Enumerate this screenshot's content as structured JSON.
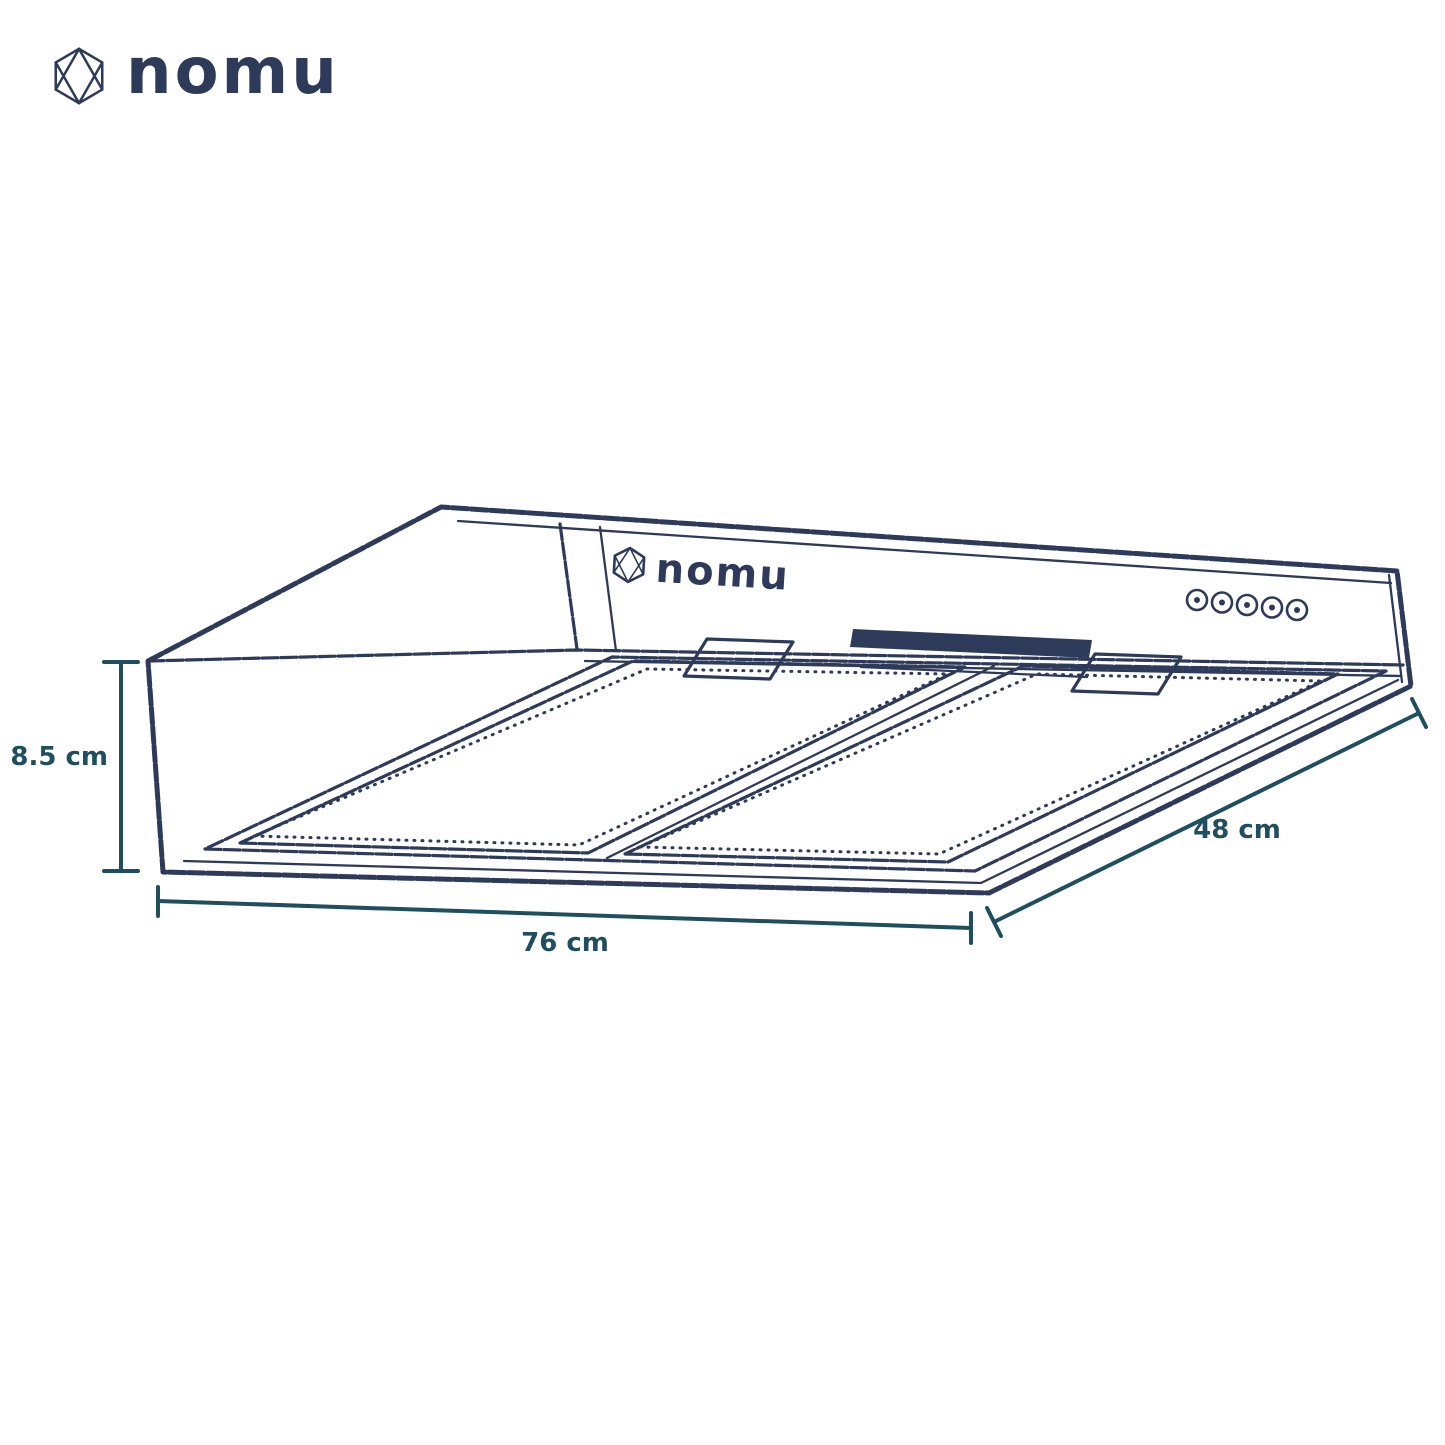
{
  "colors": {
    "ink": "#2e3a59",
    "dim": "#1f4e5e",
    "background": "#ffffff"
  },
  "brand": {
    "wordmark": "nomu",
    "icon": "hexagon-gem-icon"
  },
  "illustration": {
    "subject": "under-cabinet range hood line drawing",
    "product_label": "nomu",
    "product_icon": "hexagon-gem-icon",
    "control_buttons": 5,
    "filter_panels": 2
  },
  "dimensions": {
    "height_label": "8.5 cm",
    "width_label": "76 cm",
    "depth_label": "48 cm"
  }
}
